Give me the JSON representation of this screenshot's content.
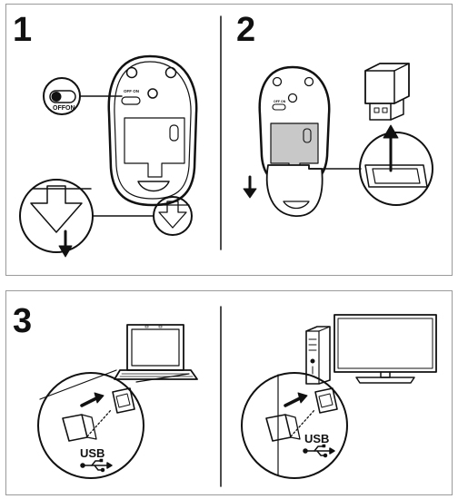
{
  "steps": [
    {
      "number": "1"
    },
    {
      "number": "2"
    },
    {
      "number": "3"
    }
  ],
  "switch": {
    "off_label": "OFF",
    "on_label": "ON",
    "small_label": "OFF ON"
  },
  "usb": {
    "label_left": "USB",
    "label_right": "USB"
  },
  "colors": {
    "line": "#111111",
    "panel_border": "#9a9a9a",
    "gray_fill": "#c8c8c8"
  }
}
